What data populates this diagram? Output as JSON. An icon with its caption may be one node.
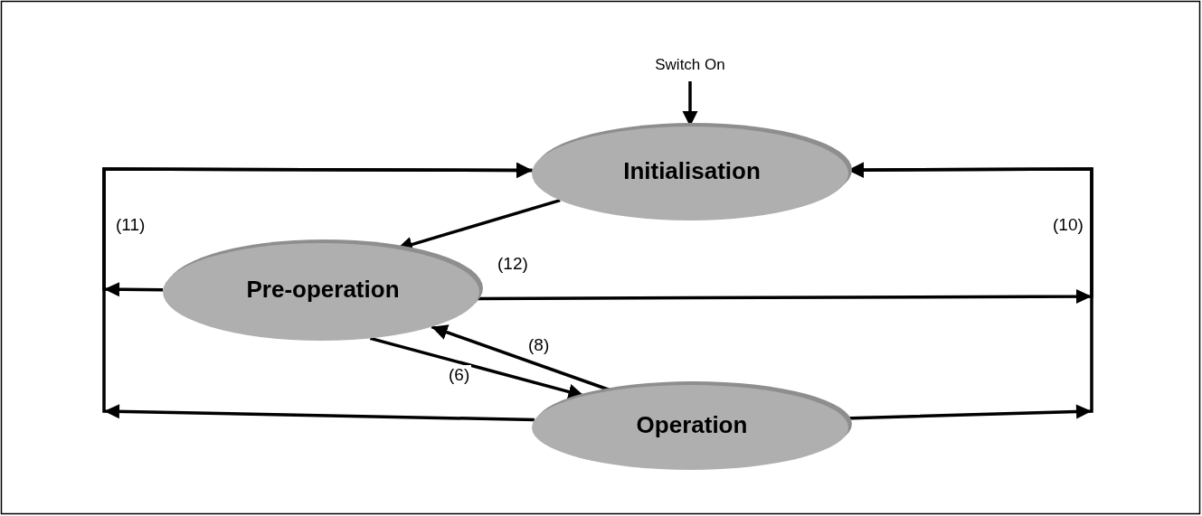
{
  "diagram": {
    "nodes": [
      {
        "text": [
          "Switch On"
        ]
      },
      {
        "text": [
          "Initialisation"
        ]
      },
      {
        "text": [
          "Pre-operation"
        ]
      },
      {
        "text": [
          "Operation"
        ]
      }
    ],
    "edges": [
      {
        "from": 0,
        "to": 1,
        "arrow": "to"
      },
      {
        "from": 1,
        "to": 2,
        "arrow": "to",
        "label": "(12)"
      },
      {
        "from": 2,
        "to": 3,
        "arrow": "to",
        "label": "(6)"
      },
      {
        "from": 3,
        "to": 2,
        "arrow": "to",
        "label": "(8)"
      },
      {
        "from": 2,
        "to": 1,
        "arrow": "to",
        "label": "(11)"
      },
      {
        "from": 3,
        "to": 1,
        "arrow": "to"
      },
      {
        "from": 2,
        "to": 1,
        "arrow": "to",
        "label": "(10)"
      },
      {
        "from": 3,
        "to": 1,
        "arrow": "to"
      }
    ]
  }
}
